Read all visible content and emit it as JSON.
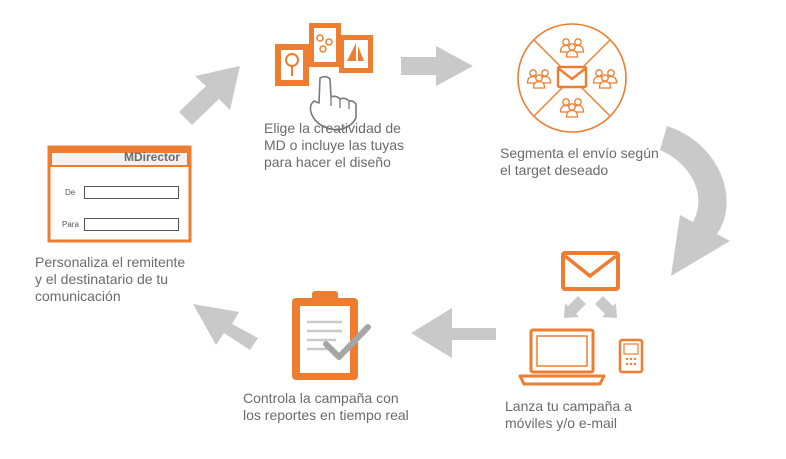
{
  "colors": {
    "accent": "#ee7d2f",
    "arrow": "#c9c9c9",
    "text": "#6b6b6b"
  },
  "step_form": {
    "brand": "MDirector",
    "field_from_label": "De",
    "field_to_label": "Para",
    "caption": [
      "Personaliza el remitente",
      "y el destinatario de tu",
      "comunicación"
    ]
  },
  "step_creative": {
    "caption": [
      "Elige la creatividad de",
      "MD o incluye las tuyas",
      "para hacer el diseño"
    ]
  },
  "step_segment": {
    "caption": [
      "Segmenta el envío según",
      "el target deseado"
    ]
  },
  "step_launch": {
    "caption": [
      "Lanza tu campaña a",
      "móviles y/o e-mail"
    ]
  },
  "step_control": {
    "caption": [
      "Controla la campaña con",
      "los reportes en tiempo real"
    ]
  },
  "icons": [
    "template-cards-icon",
    "hand-pointer-icon",
    "audience-segment-icon",
    "envelope-icon",
    "laptop-icon",
    "mobile-phone-icon",
    "clipboard-check-icon"
  ]
}
